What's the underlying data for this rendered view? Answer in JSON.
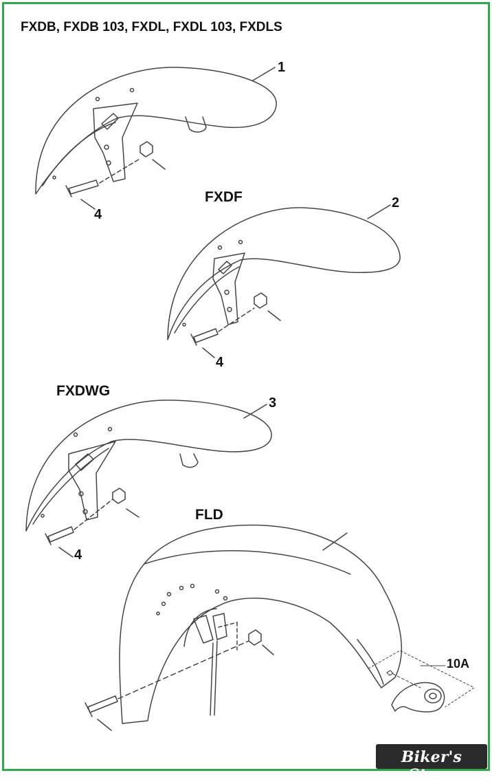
{
  "header": {
    "title": "FXDB, FXDB 103, FXDL, FXDL 103, FXDLS"
  },
  "sections": [
    {
      "model": "FXDF"
    },
    {
      "model": "FXDWG"
    },
    {
      "model": "FLD"
    }
  ],
  "callouts": {
    "part1": "1",
    "part2": "2",
    "part3": "3",
    "part4_a": "4",
    "part4_b": "4",
    "part4_c": "4",
    "part10a": "10A"
  },
  "watermark": {
    "brand": "Biker's Store",
    "bg_color": "#2a2a2a"
  },
  "colors": {
    "border": "#2ea84a",
    "line": "#444444"
  }
}
